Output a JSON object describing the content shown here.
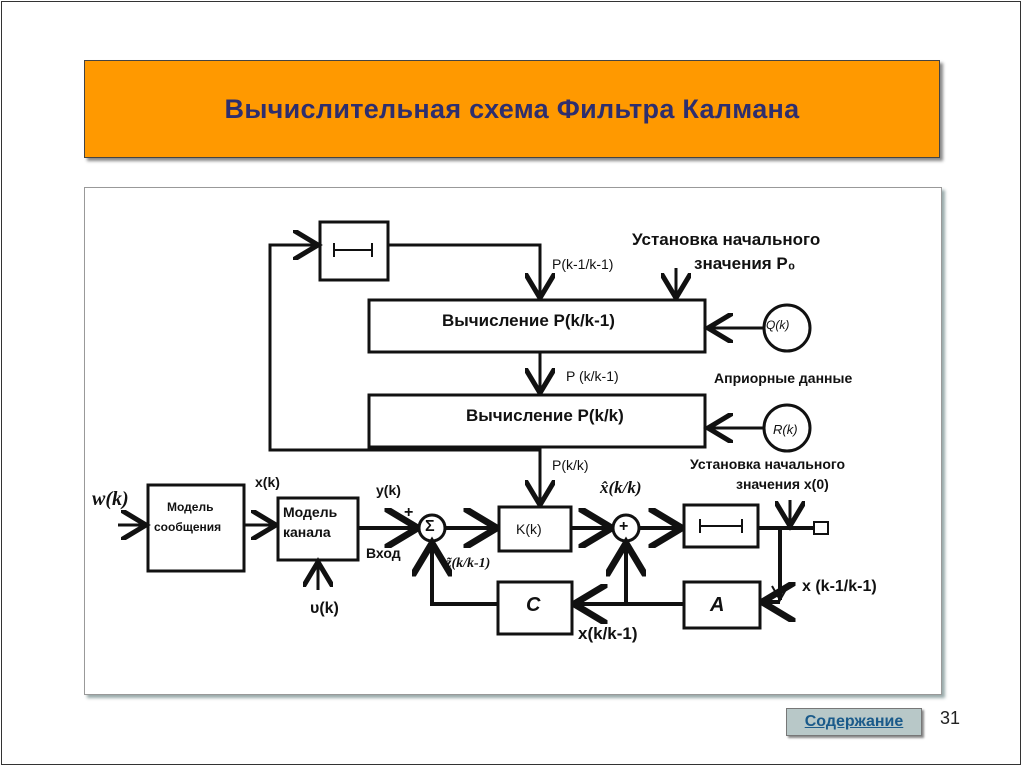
{
  "slide": {
    "title": "Вычислительная схема Фильтра Калмана",
    "page_number": "31",
    "contents_link": "Содержание"
  },
  "diagram": {
    "blocks": {
      "calc_predict": "Вычисление P(k/k-1)",
      "calc_filter": "Вычисление P(k/k)",
      "message_model_line1": "Модель",
      "message_model_line2": "сообщения",
      "channel_model_line1": "Модель",
      "channel_model_line2": "канала",
      "gain": "K(k)",
      "c_block": "C",
      "a_block": "A",
      "sum_symbol": "Σ"
    },
    "labels": {
      "init_p_line1": "Установка начального",
      "init_p_line2": "значения P₀",
      "p_prev": "P(k-1/k-1)",
      "p_predict": "P (k/k-1)",
      "q": "Q(k)",
      "apriori": "Априорные данные",
      "r": "R(k)",
      "p_filter": "P(k/k)",
      "init_x_line1": "Установка начального",
      "init_x_line2": "значения x(0)",
      "xk": "x(k)",
      "yk": "y(k)",
      "wk": "w(k)",
      "vk": "υ(k)",
      "input": "Вход",
      "x_hat": "x̂(k/k)",
      "z_tilde": "z̃(k/k-1)",
      "x_prev": "x (k-1/k-1)",
      "x_predict": "x(k/k-1)",
      "plus1": "+",
      "plus2": "+"
    }
  }
}
